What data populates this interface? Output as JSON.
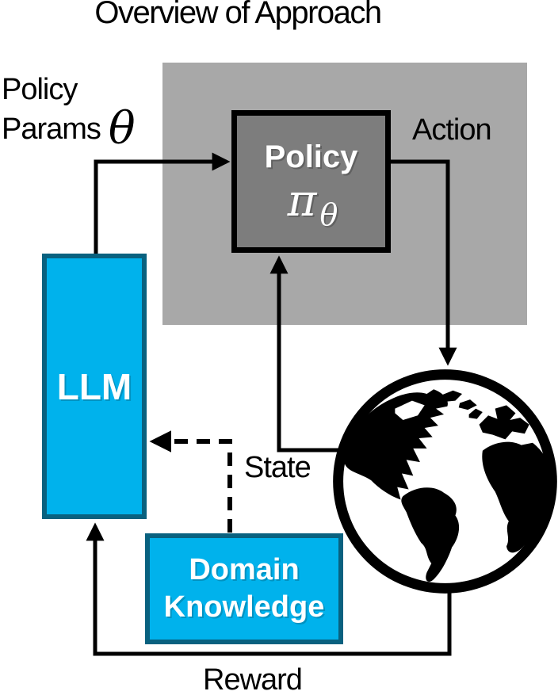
{
  "title": "Overview of Approach",
  "nodes": {
    "policy": {
      "label": "Policy",
      "symbol": "π",
      "symbol_sub": "θ"
    },
    "llm": {
      "label": "LLM"
    },
    "domain_knowledge": {
      "line1": "Domain",
      "line2": "Knowledge"
    }
  },
  "edges": {
    "policy_params": {
      "line1": "Policy",
      "line2": "Params",
      "symbol": "θ",
      "style": "solid"
    },
    "action": {
      "label": "Action",
      "style": "solid"
    },
    "state": {
      "label": "State",
      "style": "solid"
    },
    "reward": {
      "label": "Reward",
      "style": "solid"
    },
    "domain_to_llm": {
      "label": "",
      "style": "dashed"
    }
  },
  "icons": {
    "globe": "globe-earth-icon"
  },
  "colors": {
    "bg_gray": "#A8A8A8",
    "policy_gray": "#7D7D7D",
    "cyan": "#00B2EC",
    "teal_border": "#09617F",
    "ink": "#000000",
    "paper": "#FFFFFF"
  }
}
